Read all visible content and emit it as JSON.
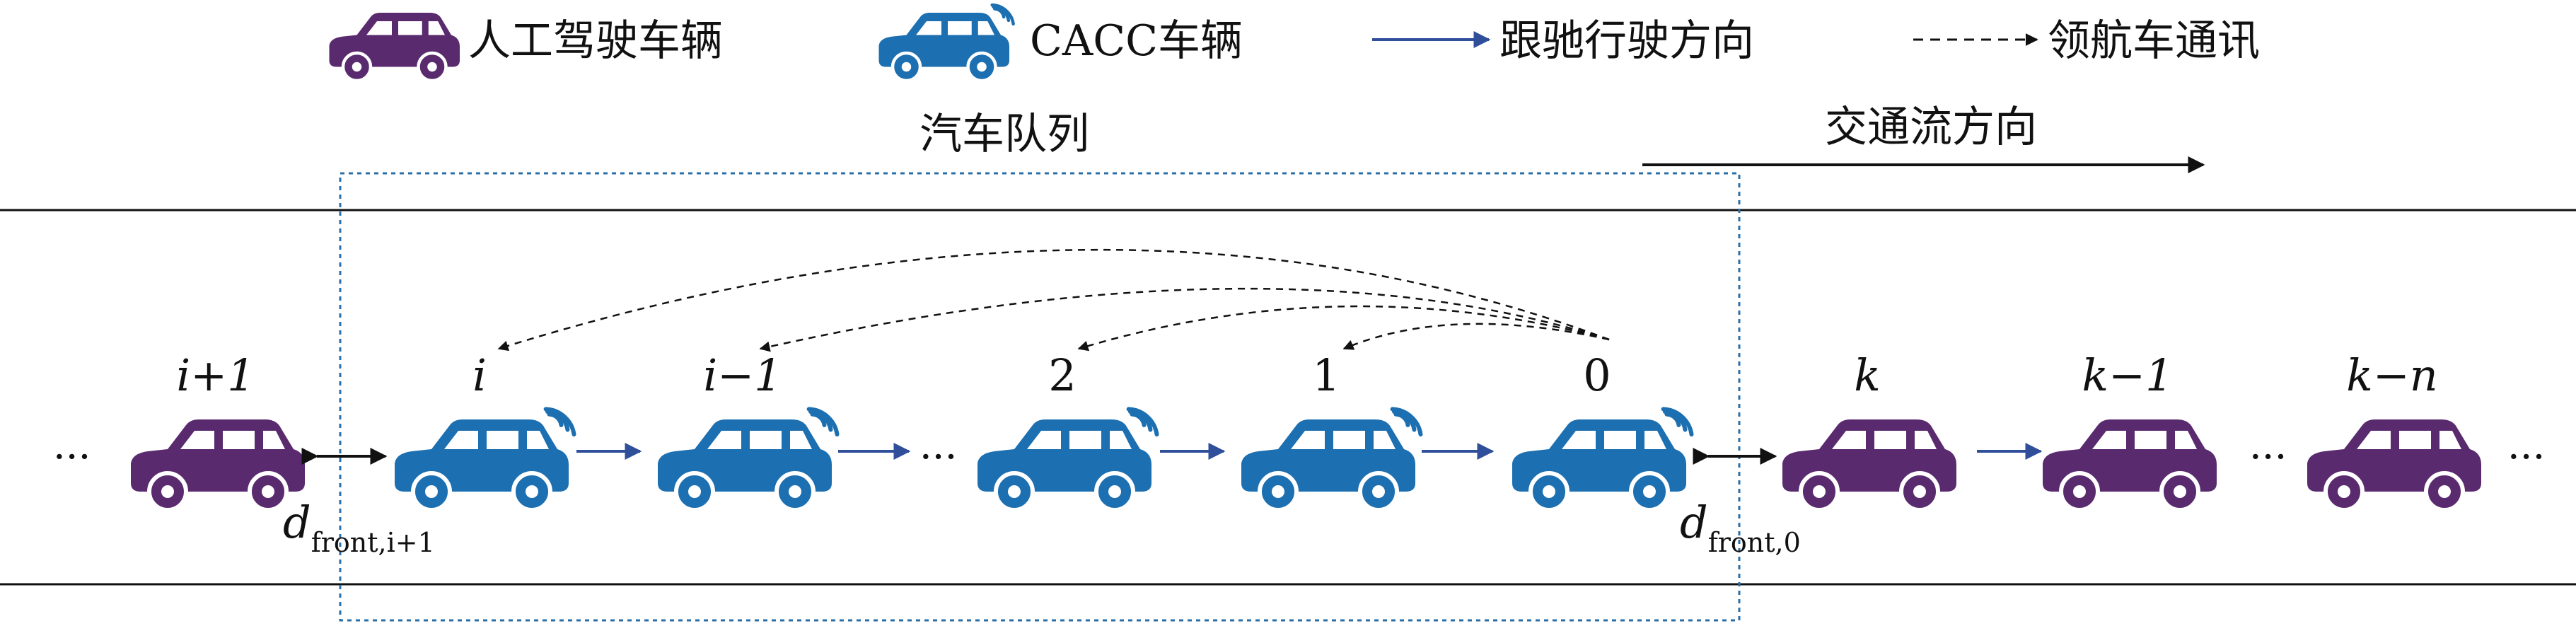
{
  "legend": {
    "manual_vehicle": "人工驾驶车辆",
    "cacc_vehicle": "CACC车辆",
    "follow_direction": "跟驰行驶方向",
    "leader_comm": "领航车通讯"
  },
  "platoon_label": "汽车队列",
  "traffic_direction": "交通流方向",
  "colors": {
    "manual": "#5a2a6e",
    "cacc": "#1c6fb0",
    "arrow": "#2f4f9a",
    "box": "#2a6fa8"
  },
  "vehicles": [
    {
      "label": "i+1",
      "type": "manual"
    },
    {
      "label": "i",
      "type": "cacc"
    },
    {
      "label": "i−1",
      "type": "cacc"
    },
    {
      "label": "2",
      "type": "cacc"
    },
    {
      "label": "1",
      "type": "cacc"
    },
    {
      "label": "0",
      "type": "cacc"
    },
    {
      "label": "k",
      "type": "manual"
    },
    {
      "label": "k−1",
      "type": "manual"
    },
    {
      "label": "k−n",
      "type": "manual"
    }
  ],
  "ellipsis": "···",
  "gaps": {
    "rear": {
      "d": "d",
      "sub": "front,i+1"
    },
    "front": {
      "d": "d",
      "sub": "front,0"
    }
  }
}
